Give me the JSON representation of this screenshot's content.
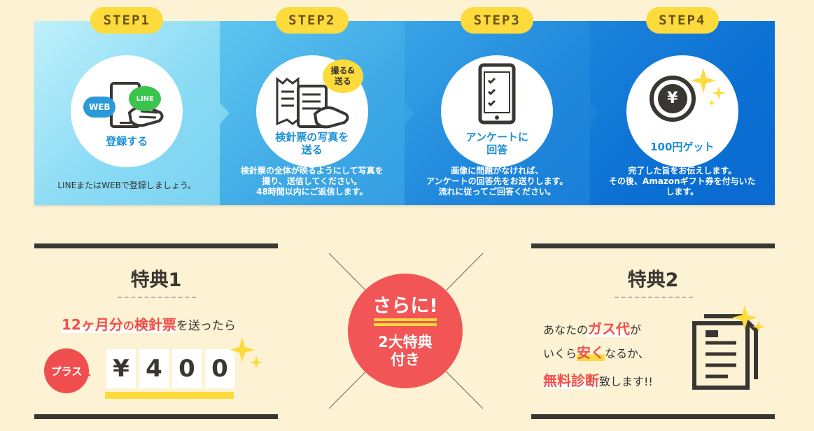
{
  "steps": [
    {
      "pill": "STEP1",
      "label": "登録する",
      "desc": [
        "LINEまたはWEBで登録しましょう。"
      ],
      "badge_web": "WEB",
      "badge_line": "LINE"
    },
    {
      "pill": "STEP2",
      "label": "検針票の写真を",
      "label2": "送る",
      "badge": "撮る&",
      "badge2": "送る",
      "desc": [
        "検針票の全体が映るようにして写真を",
        "撮り、送信してください。",
        "48時間以内にご返信します。"
      ]
    },
    {
      "pill": "STEP3",
      "label": "アンケートに",
      "label2": "回答",
      "desc": [
        "画像に問題がなければ、",
        "アンケートの回答先をお送りします。",
        "流れに従ってご回答ください。"
      ]
    },
    {
      "pill": "STEP4",
      "label": "100円ゲット",
      "icon_text": "¥",
      "desc": [
        "完了した旨をお伝えします。",
        "その後、Amazonギフト券を付与いた",
        "します。"
      ]
    }
  ],
  "tokuten1": {
    "title": "特典1",
    "highlight_a": "12ヶ月分",
    "connector": "の",
    "highlight_b": "検針票",
    "tail": "を送ったら",
    "plus": "プラス",
    "digits": [
      "¥",
      "4",
      "0",
      "0"
    ]
  },
  "center": {
    "line1": "さらに!",
    "line2": "2大特典",
    "line3": "付き"
  },
  "tokuten2": {
    "title": "特典2",
    "l1_pre": "あなたの",
    "l1_hl": "ガス代",
    "l1_post": "が",
    "l2_pre": "いくら",
    "l2_hl": "安く",
    "l2_post": "なるか、",
    "l3_hl": "無料診断",
    "l3_post": "致します!!"
  },
  "colors": {
    "yellow": "#fddb3c",
    "red": "#f04f4f",
    "dark": "#3a3632",
    "cream": "#fdf3d4"
  }
}
